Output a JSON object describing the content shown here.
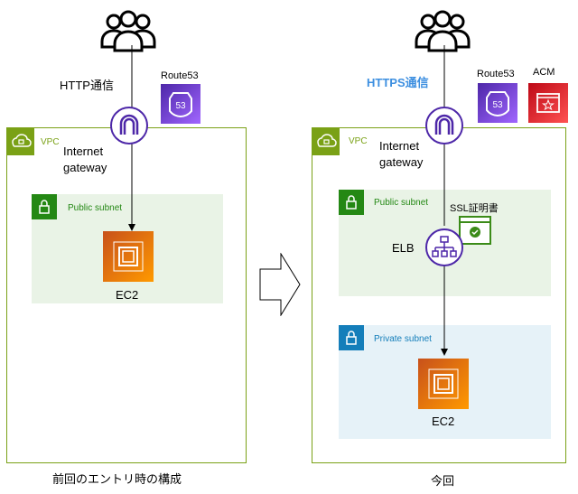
{
  "left": {
    "protocol_label": "HTTP通信",
    "route53_label": "Route53",
    "vpc_label": "VPC",
    "igw_label": "Internet\ngateway",
    "public_subnet_label": "Public subnet",
    "ec2_label": "EC2",
    "caption": "前回のエントリ時の構成"
  },
  "right": {
    "protocol_label": "HTTPS通信",
    "route53_label": "Route53",
    "acm_label": "ACM",
    "vpc_label": "VPC",
    "igw_label": "Internet\ngateway",
    "public_subnet_label": "Public subnet",
    "ssl_label": "SSL証明書",
    "elb_label": "ELB",
    "private_subnet_label": "Private subnet",
    "ec2_label": "EC2",
    "caption": "今回"
  },
  "colors": {
    "vpc": "#7aa116",
    "public_subnet": "#248814",
    "private_subnet": "#147eba",
    "https_text": "#3d8fe0",
    "route53": "#8c4fff",
    "acm": "#dd344c",
    "ec2": "#ed7100",
    "elb": "#4d27a8"
  },
  "icons": [
    "users-icon",
    "route53-icon",
    "acm-icon",
    "internet-gateway-icon",
    "vpc-cloud-icon",
    "lock-icon",
    "ec2-icon",
    "elb-icon",
    "certificate-icon",
    "arrow-right-icon"
  ]
}
